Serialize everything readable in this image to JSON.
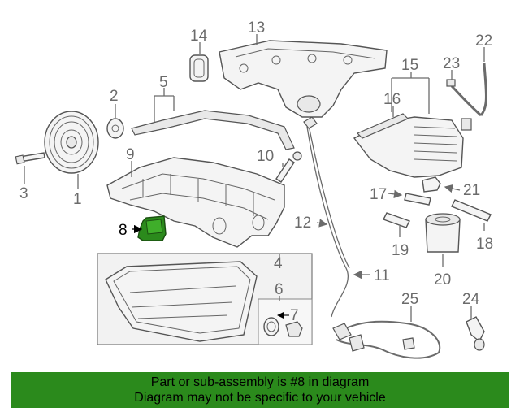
{
  "diagram": {
    "callouts": [
      "1",
      "2",
      "3",
      "4",
      "5",
      "6",
      "7",
      "8",
      "9",
      "10",
      "11",
      "12",
      "13",
      "14",
      "15",
      "16",
      "17",
      "18",
      "19",
      "20",
      "21",
      "22",
      "23",
      "24",
      "25"
    ],
    "highlight_color": "#2b8a1c",
    "highlighted_part": "8"
  },
  "banner": {
    "line1": "Part or sub-assembly is #8 in diagram",
    "line2": "Diagram may not be specific to your vehicle",
    "color": "#2b8a1c"
  }
}
